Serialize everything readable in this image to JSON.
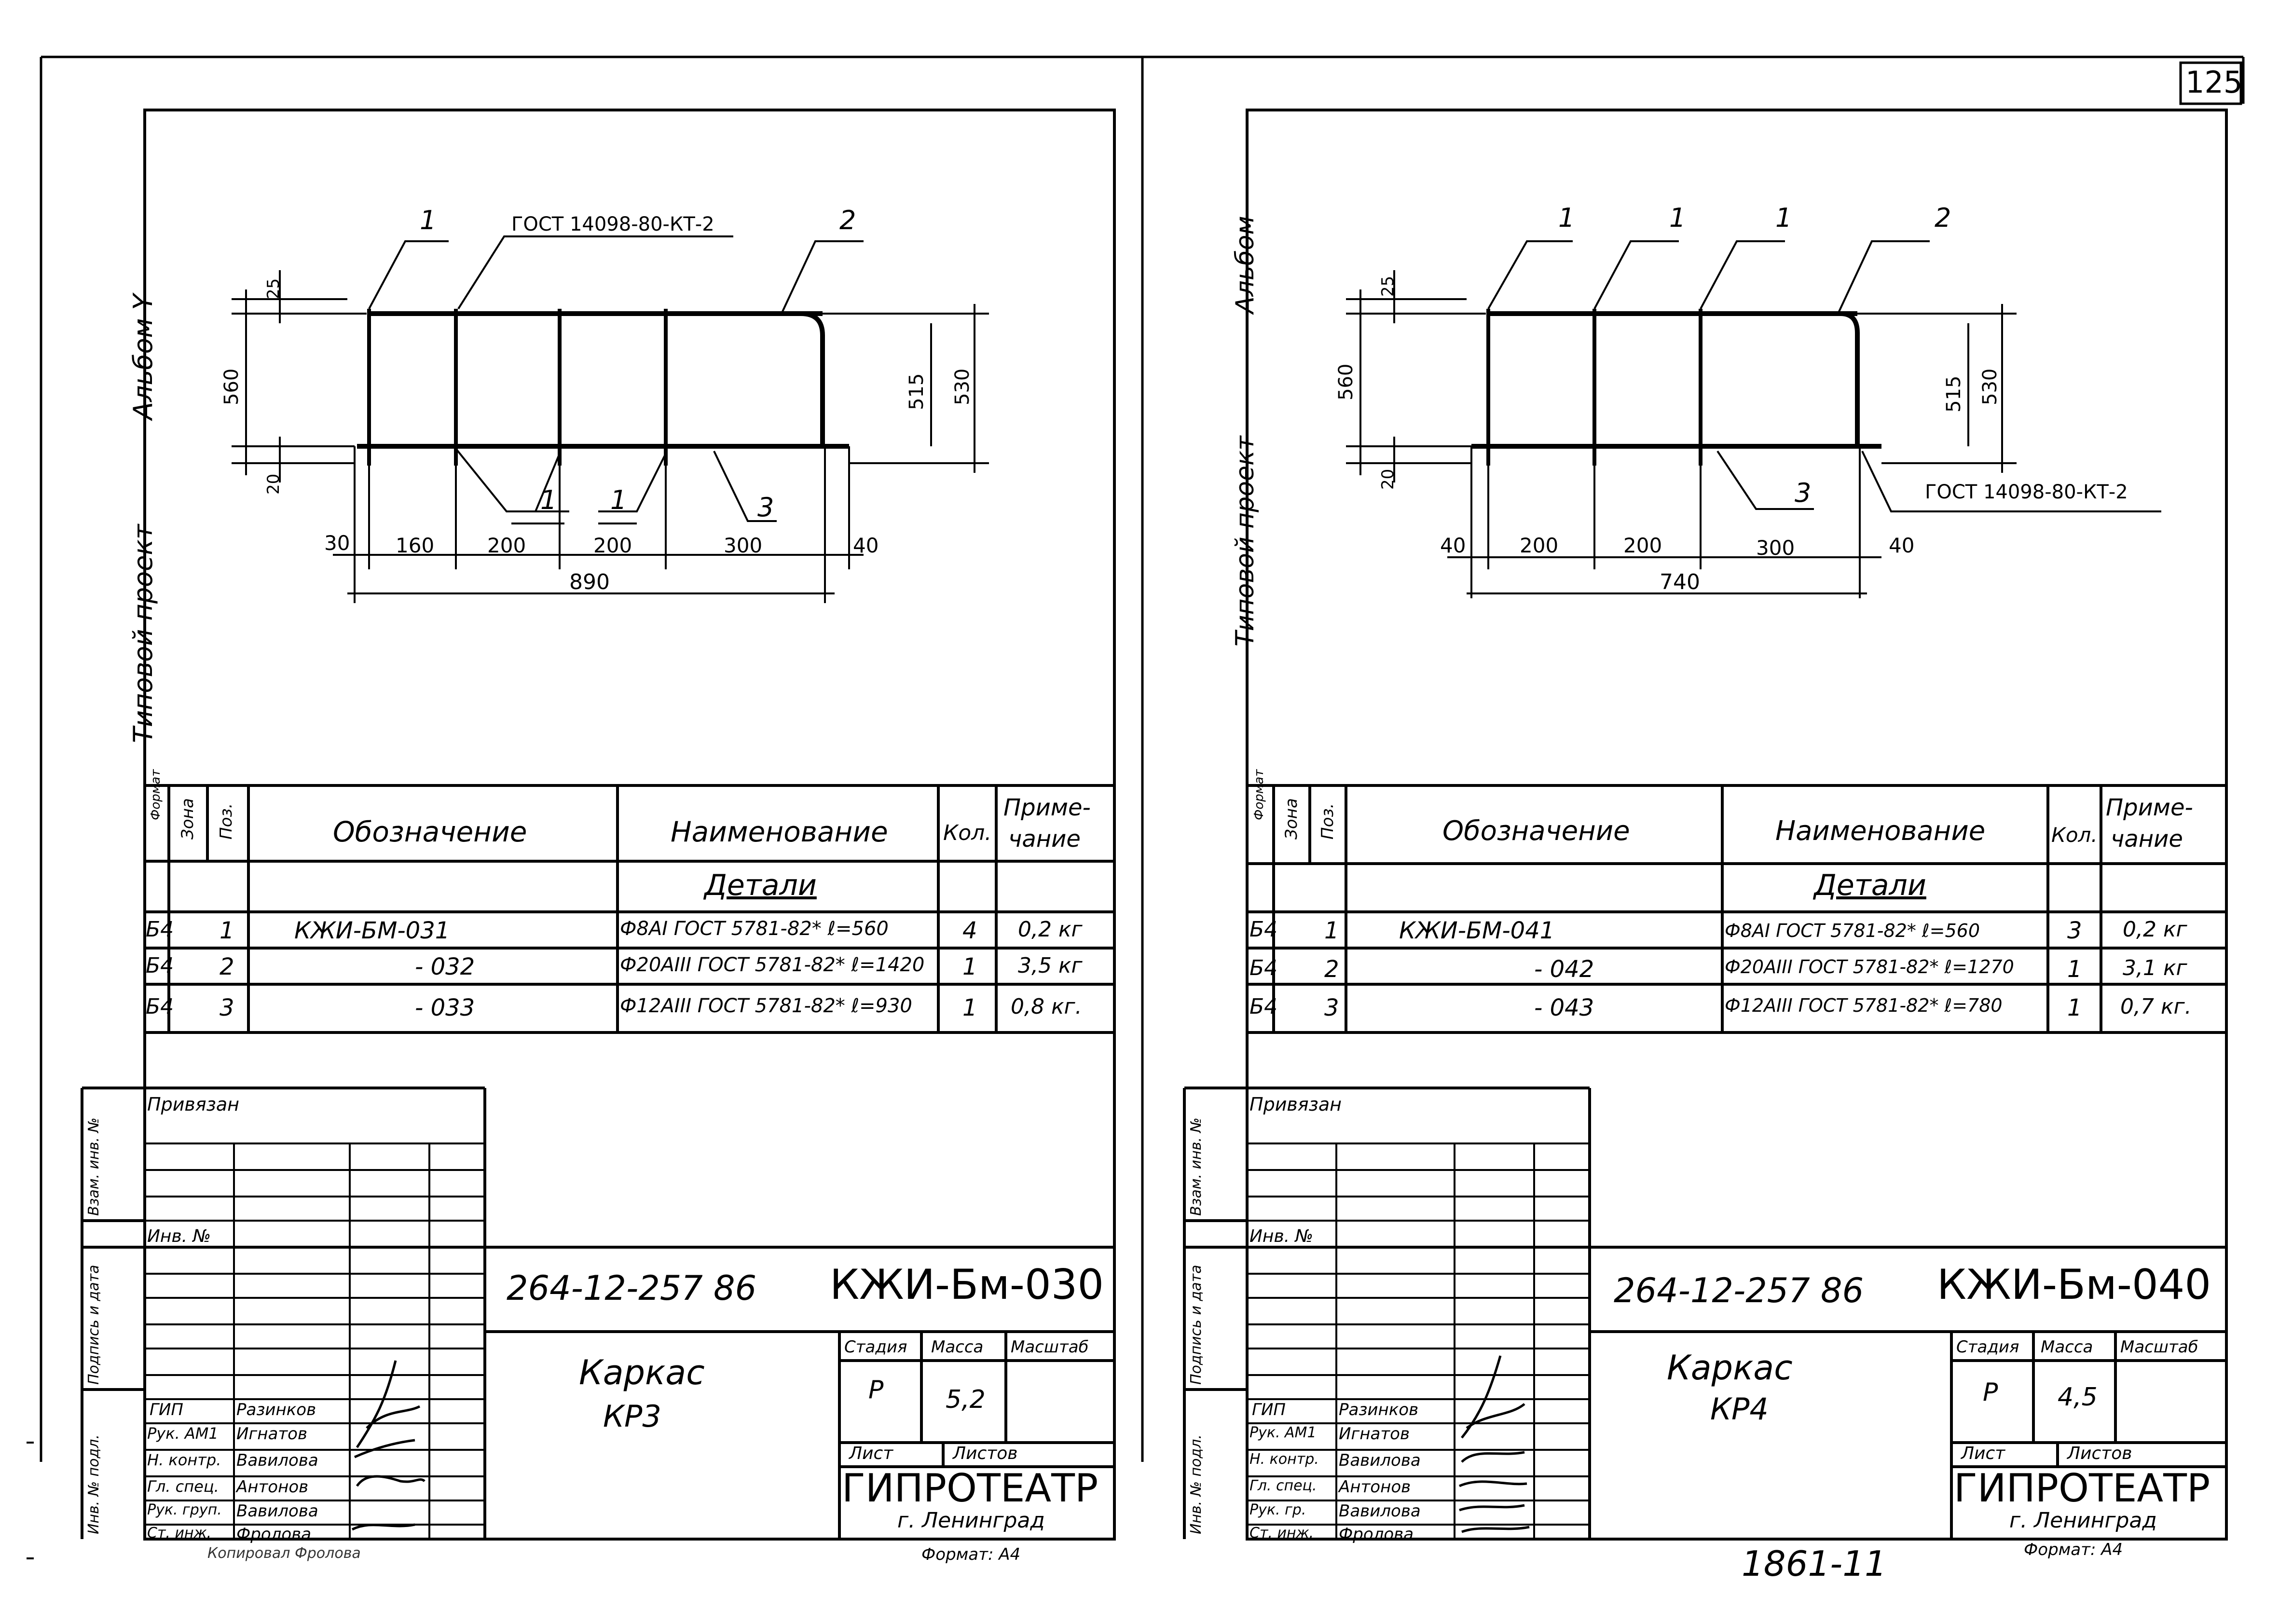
{
  "page_number": "125",
  "bottom_code": "1861-11",
  "sheets": [
    {
      "album": "Альбом",
      "album_no": "Y",
      "project": "Типовой проект",
      "drawing": {
        "gost": "ГОСТ 14098-80-КТ-2",
        "pos": [
          "1",
          "1",
          "1",
          "1",
          "2",
          "3"
        ],
        "dims_h": [
          "30",
          "160",
          "200",
          "200",
          "300",
          "40"
        ],
        "total": "890",
        "dims_v_left": [
          "25",
          "560",
          "20"
        ],
        "dims_v_right": [
          "515",
          "530"
        ]
      },
      "spec": {
        "headers": [
          "Формат",
          "Зона",
          "Поз.",
          "Обозначение",
          "Наименование",
          "Кол.",
          "Приме-",
          "чание"
        ],
        "section": "Детали",
        "rows": [
          {
            "fmt": "Б4",
            "pos": "1",
            "des": "КЖИ-БМ-031",
            "name": "Ф8АI ГОСТ 5781-82* ℓ=560",
            "qty": "4",
            "note": "0,2 кг"
          },
          {
            "fmt": "Б4",
            "pos": "2",
            "des": "- 032",
            "name": "Ф20АIII ГОСТ 5781-82* ℓ=1420",
            "qty": "1",
            "note": "3,5 кг"
          },
          {
            "fmt": "Б4",
            "pos": "3",
            "des": "- 033",
            "name": "Ф12АIII ГОСТ 5781-82* ℓ=930",
            "qty": "1",
            "note": "0,8 кг."
          }
        ]
      },
      "stamp": {
        "privyazan": "Привязан",
        "inv": "Инв. №",
        "side_labels": [
          "Взам. инв. №",
          "Подпись и дата",
          "Инв. № подл."
        ],
        "code": "264-12-257 86",
        "doc_no": "КЖИ-Бм-030",
        "title1": "Каркас",
        "title2": "КР3",
        "stadia_h": "Стадия",
        "massa_h": "Масса",
        "masshtab_h": "Масштаб",
        "stadia": "Р",
        "massa": "5,2",
        "list_h": "Лист",
        "listov_h": "Листов",
        "org": "ГИПРОТЕАТР",
        "city": "г. Ленинград",
        "format": "Формат: А4",
        "roles": [
          "ГИП",
          "Рук. АМ1",
          "Н. контр.",
          "Гл. спец.",
          "Рук. груп.",
          "Ст. инж."
        ],
        "names": [
          "Разинков",
          "Игнатов",
          "Вавилова",
          "Антонов",
          "Вавилова",
          "Фролова"
        ],
        "below": "Копировал Фролова"
      }
    },
    {
      "album": "Альбом",
      "album_no": "",
      "project": "Типовой проект",
      "drawing": {
        "gost": "ГОСТ 14098-80-КТ-2",
        "pos": [
          "1",
          "1",
          "1",
          "2",
          "3"
        ],
        "dims_h": [
          "40",
          "200",
          "200",
          "300",
          "40"
        ],
        "total": "740",
        "dims_v_left": [
          "25",
          "560",
          "20"
        ],
        "dims_v_right": [
          "515",
          "530"
        ]
      },
      "spec": {
        "headers": [
          "Формат",
          "Зона",
          "Поз.",
          "Обозначение",
          "Наименование",
          "Кол.",
          "Приме-",
          "чание"
        ],
        "section": "Детали",
        "rows": [
          {
            "fmt": "Б4",
            "pos": "1",
            "des": "КЖИ-БМ-041",
            "name": "Ф8АI ГОСТ 5781-82* ℓ=560",
            "qty": "3",
            "note": "0,2 кг"
          },
          {
            "fmt": "Б4",
            "pos": "2",
            "des": "- 042",
            "name": "Ф20АIII ГОСТ 5781-82* ℓ=1270",
            "qty": "1",
            "note": "3,1 кг"
          },
          {
            "fmt": "Б4",
            "pos": "3",
            "des": "- 043",
            "name": "Ф12АIII ГОСТ 5781-82* ℓ=780",
            "qty": "1",
            "note": "0,7 кг."
          }
        ]
      },
      "stamp": {
        "privyazan": "Привязан",
        "inv": "Инв. №",
        "side_labels": [
          "Взам. инв. №",
          "Подпись и дата",
          "Инв. № подл."
        ],
        "code": "264-12-257 86",
        "doc_no": "КЖИ-Бм-040",
        "title1": "Каркас",
        "title2": "КР4",
        "stadia_h": "Стадия",
        "massa_h": "Масса",
        "masshtab_h": "Масштаб",
        "stadia": "Р",
        "massa": "4,5",
        "list_h": "Лист",
        "listov_h": "Листов",
        "org": "ГИПРОТЕАТР",
        "city": "г. Ленинград",
        "format": "Формат: А4",
        "roles": [
          "ГИП",
          "Рук. АМ1",
          "Н. контр.",
          "Гл. спец.",
          "Рук. гр.",
          "Ст. инж."
        ],
        "names": [
          "Разинков",
          "Игнатов",
          "Вавилова",
          "Антонов",
          "Вавилова",
          "Фролова"
        ],
        "below": ""
      }
    }
  ]
}
